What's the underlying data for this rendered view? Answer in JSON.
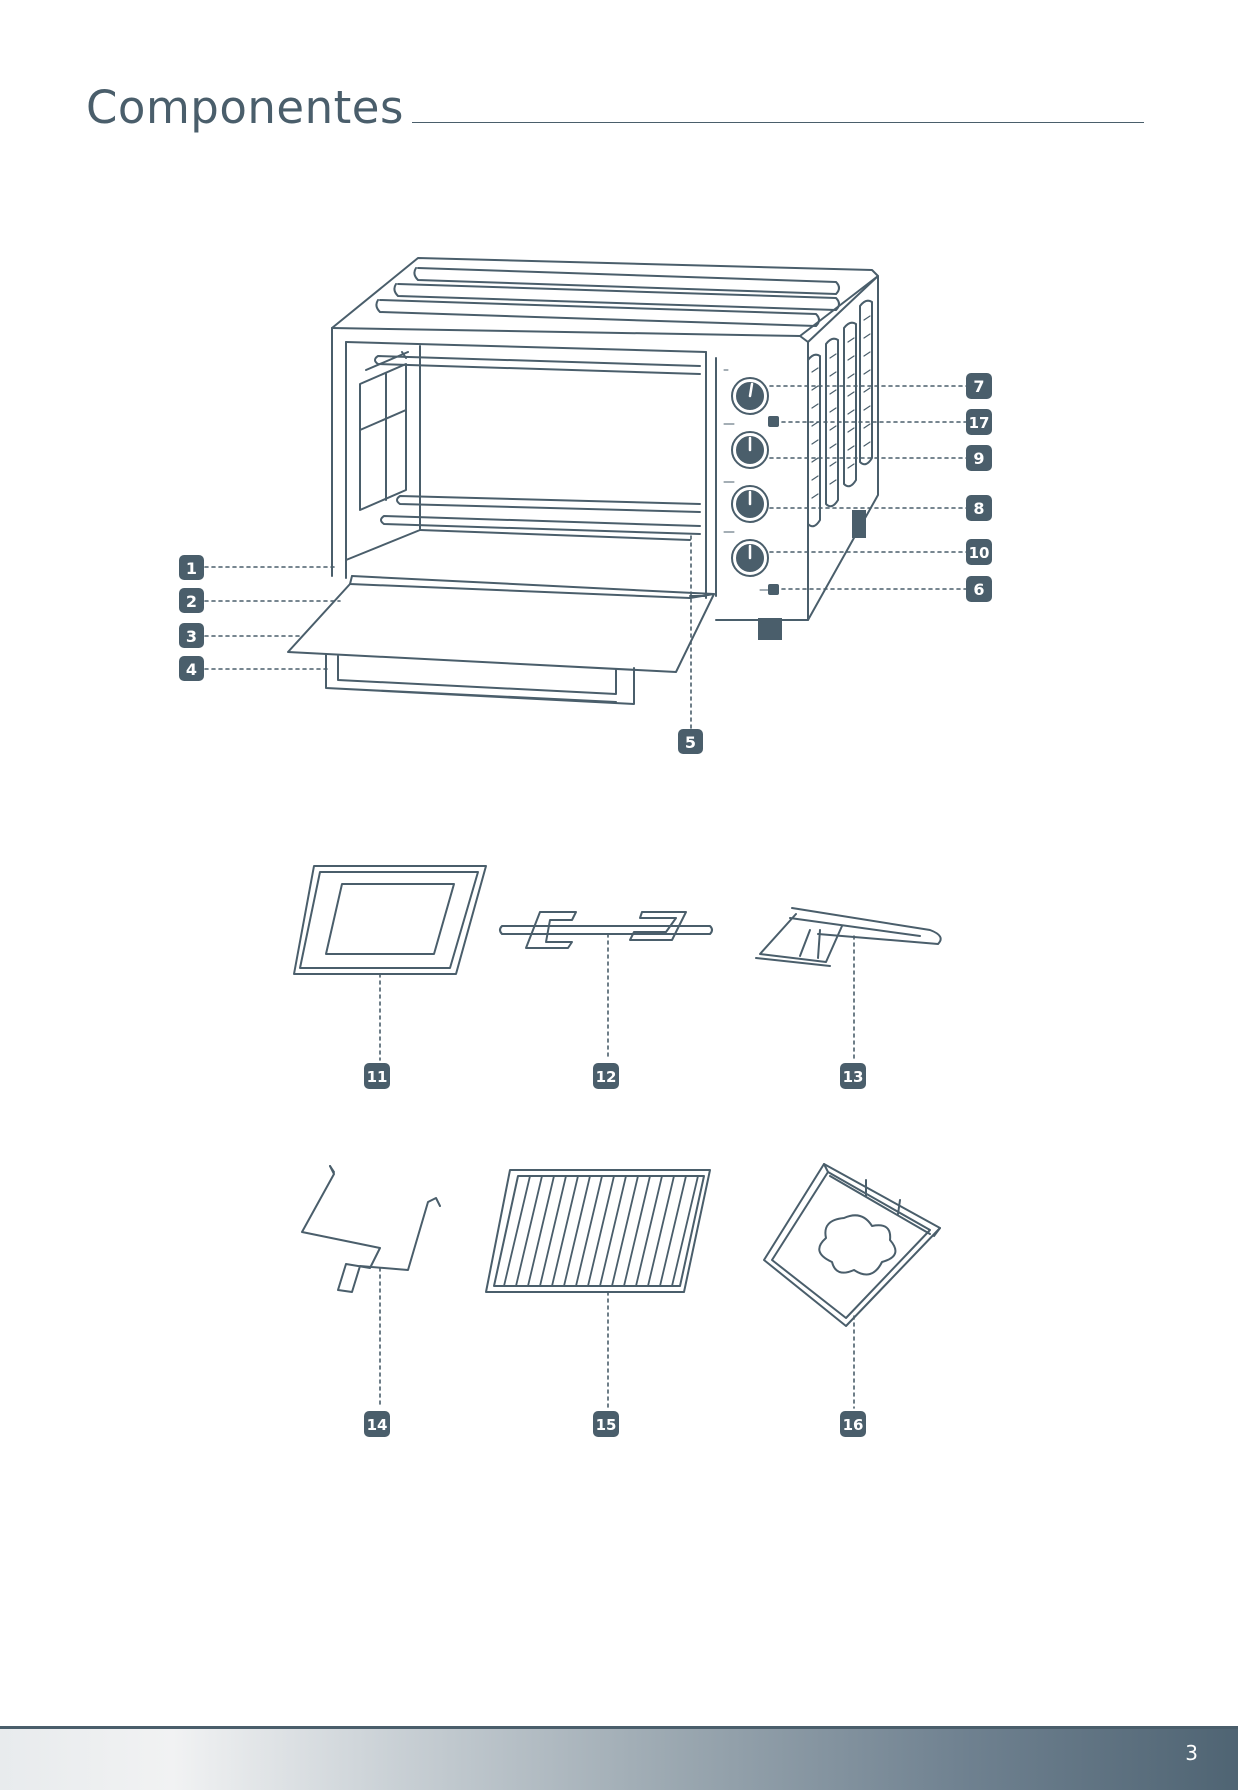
{
  "header": {
    "title": "Componentes"
  },
  "colors": {
    "ink": "#4a5e6b",
    "badge": "#4a5e6b"
  },
  "callouts": {
    "n1": "1",
    "n2": "2",
    "n3": "3",
    "n4": "4",
    "n5": "5",
    "n6": "6",
    "n7": "7",
    "n8": "8",
    "n9": "9",
    "n10": "10",
    "n11": "11",
    "n12": "12",
    "n13": "13",
    "n14": "14",
    "n15": "15",
    "n16": "16",
    "n17": "17"
  },
  "footer": {
    "page_number": "3"
  }
}
